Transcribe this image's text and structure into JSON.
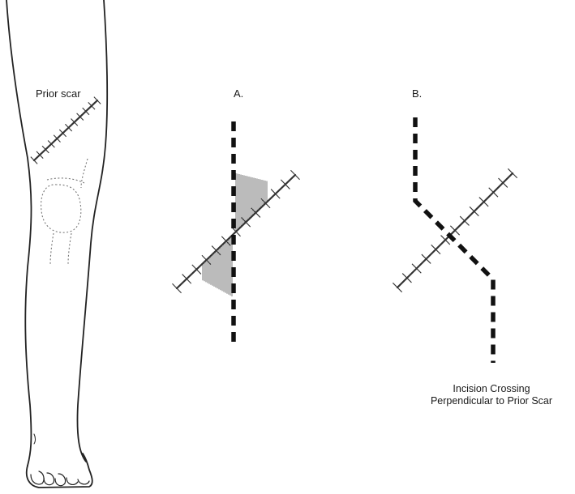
{
  "labels": {
    "prior_scar": "Prior scar",
    "panel_a": "A.",
    "panel_b": "B.",
    "caption_line1": "Incision Crossing",
    "caption_line2": "Perpendicular to Prior Scar"
  },
  "colors": {
    "line": "#111111",
    "scar": "#333333",
    "hatch": "#555555",
    "background": "#ffffff"
  }
}
